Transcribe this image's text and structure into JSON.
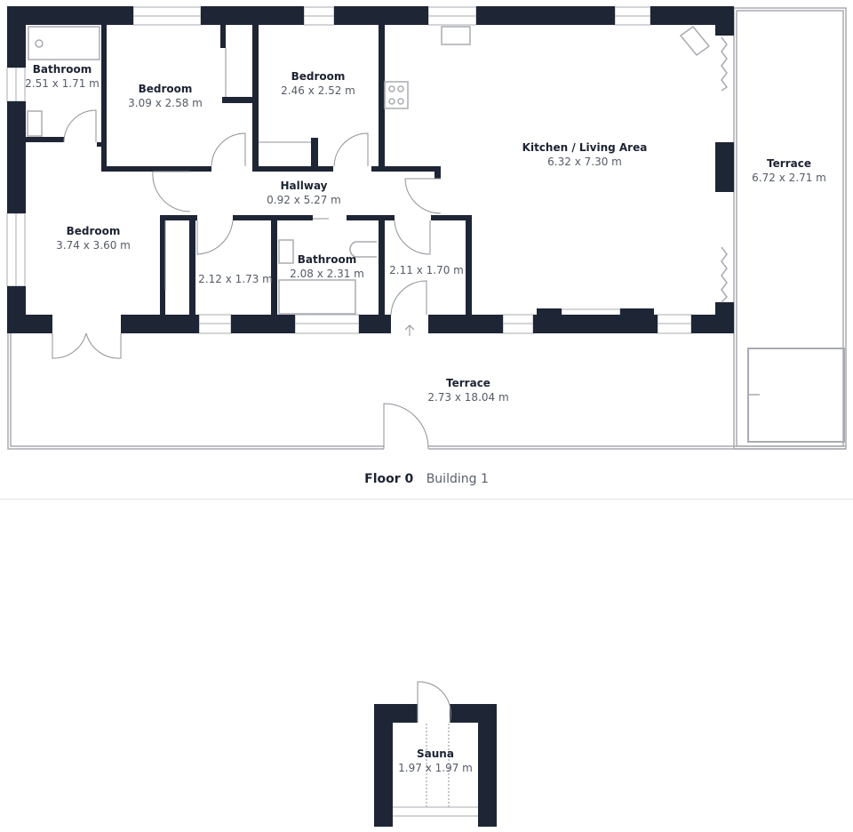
{
  "colors": {
    "wall": "#1e2535",
    "line": "#a9abb0",
    "text": "#1c2331",
    "subtext": "#555b66"
  },
  "floorplan": {
    "rooms": [
      {
        "name": "Bathroom",
        "dims": "2.51 x 1.71 m"
      },
      {
        "name": "Bedroom",
        "dims": "3.09 x 2.58 m"
      },
      {
        "name": "Bedroom",
        "dims": "2.46 x 2.52 m"
      },
      {
        "name": "Kitchen / Living Area",
        "dims": "6.32 x 7.30 m"
      },
      {
        "name": "Terrace",
        "dims": "6.72 x 2.71 m"
      },
      {
        "name": "Hallway",
        "dims": "0.92 x 5.27 m"
      },
      {
        "name": "Bedroom",
        "dims": "3.74 x 3.60 m"
      },
      {
        "name": "",
        "dims": "2.12 x 1.73 m"
      },
      {
        "name": "Bathroom",
        "dims": "2.08 x 2.31 m"
      },
      {
        "name": "",
        "dims": "2.11 x 1.70 m"
      },
      {
        "name": "Terrace",
        "dims": "2.73 x 18.04 m"
      }
    ],
    "caption": {
      "floor": "Floor 0",
      "building": "Building 1"
    }
  },
  "annex": {
    "rooms": [
      {
        "name": "Sauna",
        "dims": "1.97 x 1.97 m"
      }
    ]
  },
  "icons": {
    "entrance": "arrow-up-icon"
  }
}
